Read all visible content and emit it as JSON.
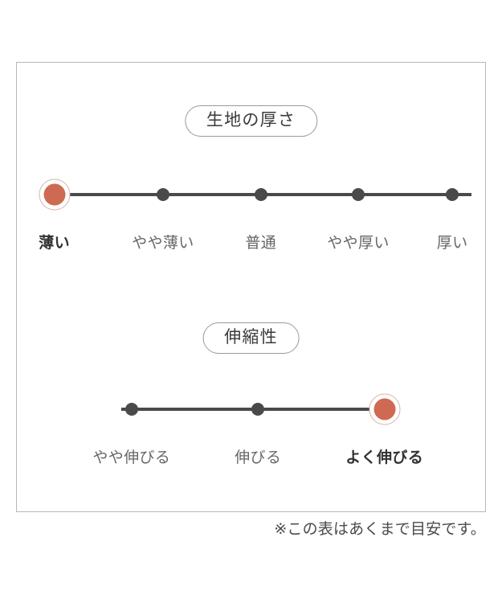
{
  "accent_color": "#cf6a52",
  "line_color": "#4a4a4a",
  "border_color": "#b7b7b7",
  "card": {
    "sections": [
      {
        "id": "thickness",
        "heading": "生地の厚さ",
        "selected_index": 0,
        "points": [
          {
            "label": "薄い",
            "selected": true,
            "x_pct": 8.0
          },
          {
            "label": "やや薄い",
            "selected": false,
            "x_pct": 31.2
          },
          {
            "label": "普通",
            "selected": false,
            "x_pct": 52.1
          },
          {
            "label": "やや厚い",
            "selected": false,
            "x_pct": 72.9
          },
          {
            "label": "厚い",
            "selected": false,
            "x_pct": 93.0
          }
        ]
      },
      {
        "id": "stretch",
        "heading": "伸縮性",
        "selected_index": 2,
        "points": [
          {
            "label": "やや伸びる",
            "selected": false,
            "x_pct": 24.5
          },
          {
            "label": "伸びる",
            "selected": false,
            "x_pct": 51.5
          },
          {
            "label": "よく伸びる",
            "selected": true,
            "x_pct": 78.5
          }
        ]
      }
    ]
  },
  "footnote": "※この表はあくまで目安です。",
  "chart_data": {
    "type": "table",
    "title": "生地の厚さ・伸縮性",
    "scales": [
      {
        "name": "生地の厚さ",
        "categories": [
          "薄い",
          "やや薄い",
          "普通",
          "やや厚い",
          "厚い"
        ],
        "selected": "薄い",
        "selected_index": 0,
        "values": [
          1,
          0,
          0,
          0,
          0
        ]
      },
      {
        "name": "伸縮性",
        "categories": [
          "やや伸びる",
          "伸びる",
          "よく伸びる"
        ],
        "selected": "よく伸びる",
        "selected_index": 2,
        "values": [
          0,
          0,
          1
        ]
      }
    ],
    "note": "※この表はあくまで目安です。",
    "legend": [],
    "grid": false
  }
}
